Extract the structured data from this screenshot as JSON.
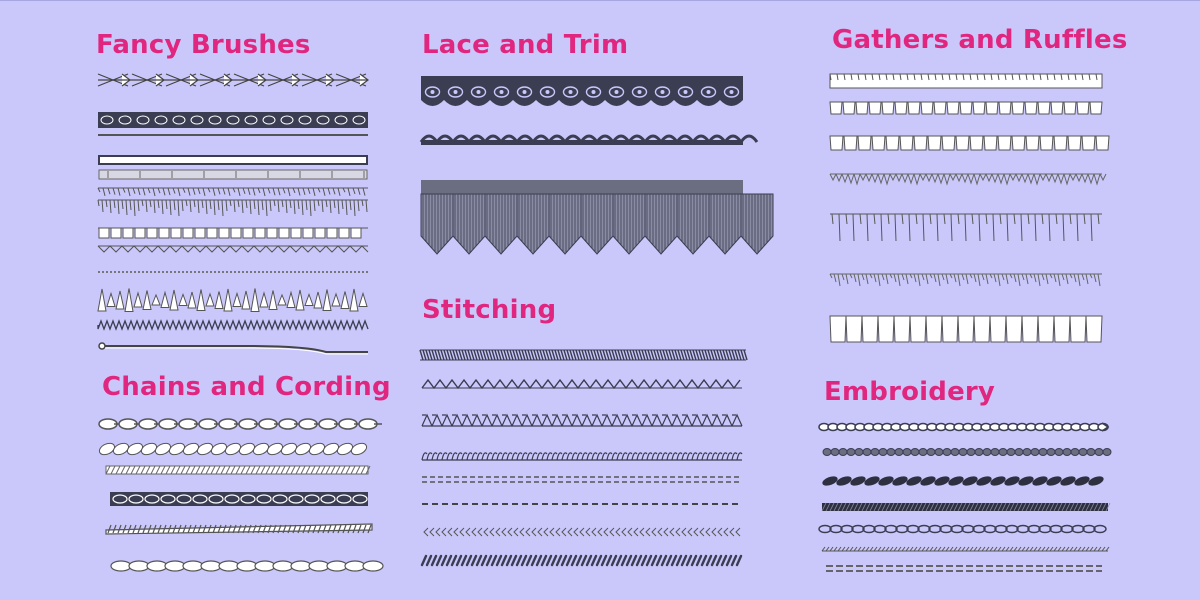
{
  "sections": {
    "fancy_brushes": "Fancy Brushes",
    "lace_and_trim": "Lace and Trim",
    "gathers_and_ruffles": "Gathers and Ruffles",
    "chains_and_cording": "Chains and Cording",
    "stitching": "Stitching",
    "embroidery": "Embroidery"
  },
  "colors": {
    "background": "#cac8fb",
    "title": "#e0267e",
    "ink": "#3b3d52",
    "fill": "#ffffff"
  }
}
